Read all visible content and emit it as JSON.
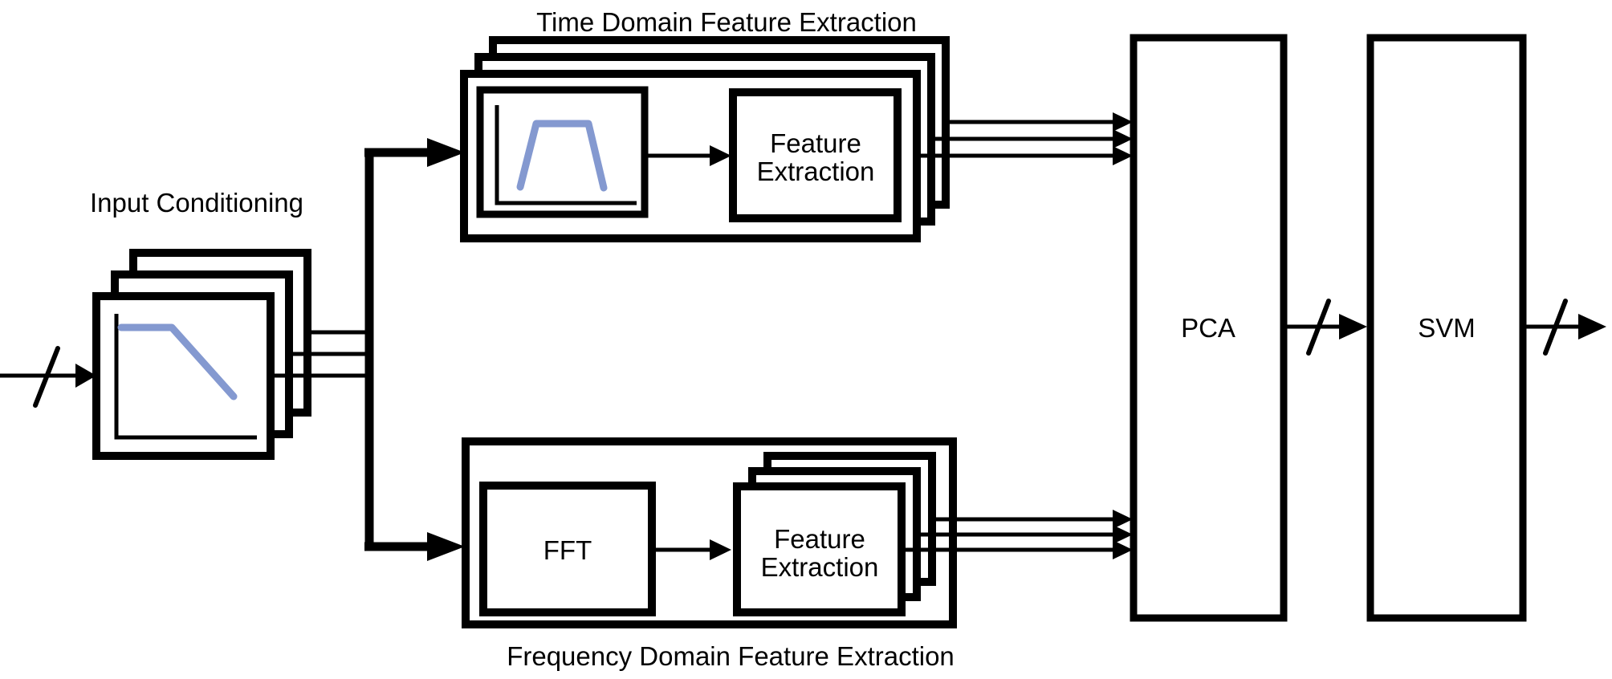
{
  "diagram_type": "signal-processing-pipeline-block-diagram",
  "colors": {
    "background": "#ffffff",
    "line": "#000000",
    "filter_curve": "#8499D0"
  },
  "blocks": {
    "input": {
      "label": "Input Conditioning",
      "icon": "lowpass-filter-plot",
      "stack_count": 3
    },
    "time_domain": {
      "title": "Time Domain Feature Extraction",
      "icon": "bandpass-filter-plot",
      "stack_count": 3,
      "feature_extraction_line1": "Feature",
      "feature_extraction_line2": "Extraction"
    },
    "frequency_domain": {
      "title": "Frequency Domain Feature Extraction",
      "fft_label": "FFT",
      "stack_count": 3,
      "feature_extraction_line1": "Feature",
      "feature_extraction_line2": "Extraction"
    },
    "pca": {
      "label": "PCA"
    },
    "svm": {
      "label": "SVM"
    }
  },
  "connections": [
    {
      "from": "signal-input",
      "to": "input-conditioning",
      "type": "bus-arrow-with-slash"
    },
    {
      "from": "input-conditioning",
      "to": "bus-junction",
      "type": "triple-thin-line"
    },
    {
      "from": "bus-junction",
      "to": "time-domain",
      "type": "thick-arrow"
    },
    {
      "from": "bus-junction",
      "to": "frequency-domain",
      "type": "thick-arrow"
    },
    {
      "from": "time-domain",
      "to": "pca",
      "type": "triple-arrow"
    },
    {
      "from": "frequency-domain",
      "to": "pca",
      "type": "triple-arrow"
    },
    {
      "from": "pca",
      "to": "svm",
      "type": "bus-arrow-with-slash"
    },
    {
      "from": "svm",
      "to": "output",
      "type": "bus-arrow-with-slash"
    }
  ]
}
